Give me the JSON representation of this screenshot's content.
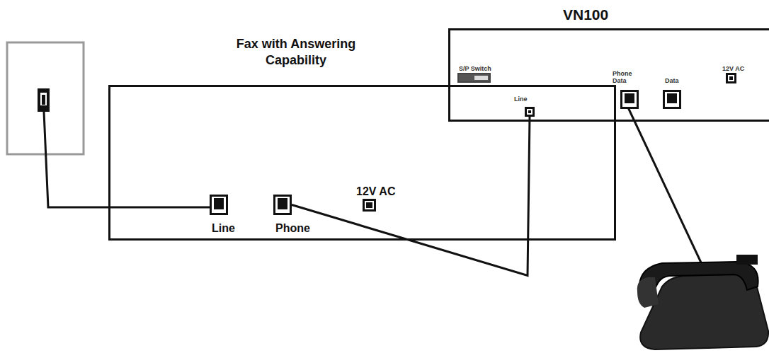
{
  "diagram": {
    "nodes": [
      {
        "text": [
          "VN100"
        ]
      },
      {
        "text": [
          "S/P Switch"
        ],
        "in": 0
      },
      {
        "text": [
          "Line"
        ],
        "in": 0
      },
      {
        "text": [
          "Phone Data"
        ],
        "in": 0
      },
      {
        "text": [
          "Data"
        ],
        "in": 0
      },
      {
        "text": [
          "12V AC"
        ],
        "in": 0
      },
      {
        "text": [
          "Fax with Answering Capability"
        ]
      },
      {
        "text": [
          "Line"
        ],
        "in": 6
      },
      {
        "text": [
          "Phone"
        ],
        "in": 6
      },
      {
        "text": [
          "12V AC"
        ],
        "in": 6
      }
    ],
    "edges": [
      {
        "from": 8,
        "to": 2,
        "arrow": "none"
      }
    ]
  }
}
